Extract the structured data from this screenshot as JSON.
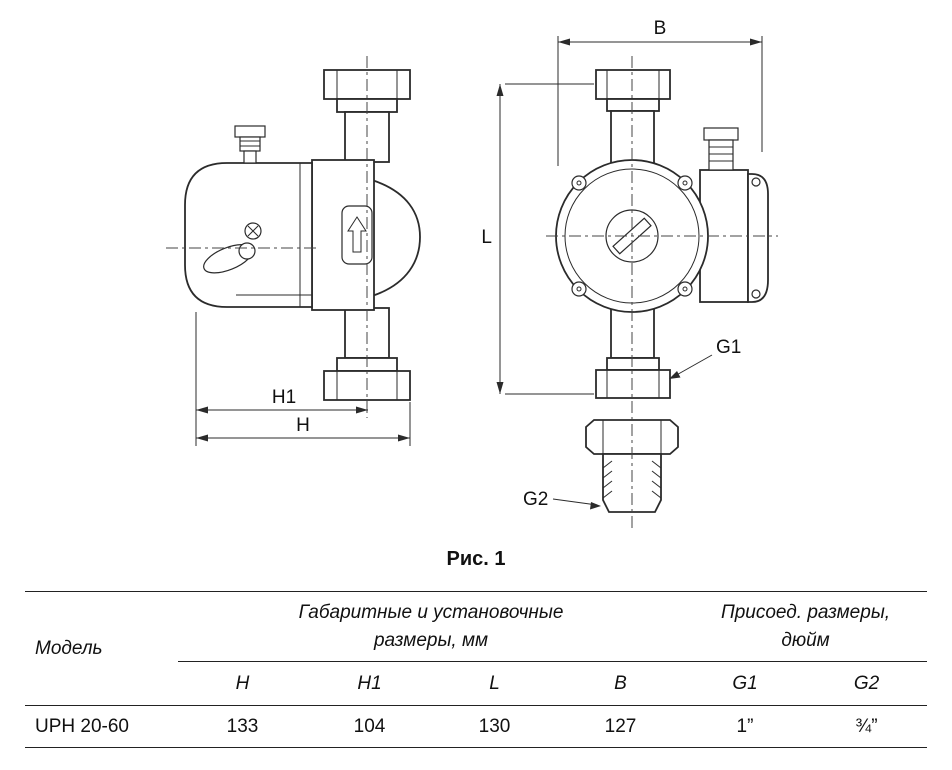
{
  "figure": {
    "caption": "Рис. 1",
    "dimension_labels": {
      "B": "B",
      "L": "L",
      "H": "H",
      "H1": "H1",
      "G1": "G1",
      "G2": "G2"
    }
  },
  "table": {
    "model_header": "Модель",
    "group_headers": {
      "dimensions_mm": [
        "Габаритные и установочные",
        "размеры, мм"
      ],
      "connection_inch": [
        "Присоед. размеры,",
        "дюйм"
      ]
    },
    "columns": [
      "H",
      "H1",
      "L",
      "B",
      "G1",
      "G2"
    ],
    "rows": [
      {
        "model": "UPH 20-60",
        "values": [
          "133",
          "104",
          "130",
          "127",
          "1”",
          "¾”"
        ]
      }
    ]
  }
}
